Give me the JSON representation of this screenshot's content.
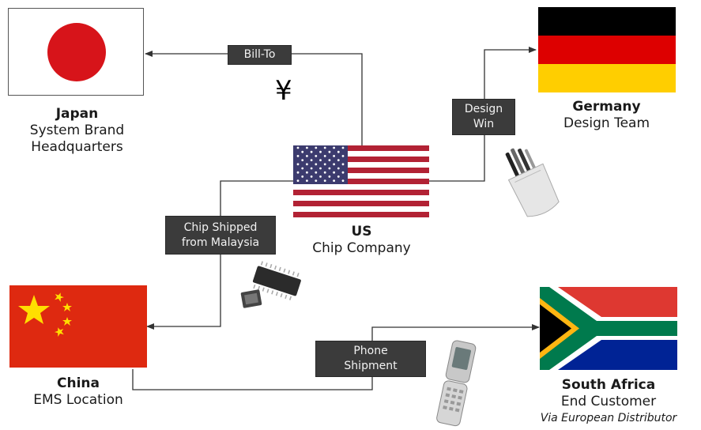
{
  "nodes": {
    "japan": {
      "name": "Japan",
      "line1": "System Brand",
      "line2": "Headquarters"
    },
    "germany": {
      "name": "Germany",
      "line1": "Design Team"
    },
    "us": {
      "name": "US",
      "line1": "Chip Company"
    },
    "china": {
      "name": "China",
      "line1": "EMS Location"
    },
    "south_africa": {
      "name": "South Africa",
      "line1": "End Customer",
      "note": "Via European Distributor"
    }
  },
  "connections": {
    "bill_to": {
      "label": "Bill-To"
    },
    "design_win": {
      "line1": "Design",
      "line2": "Win"
    },
    "chip_shipped": {
      "line1": "Chip Shipped",
      "line2": "from Malaysia"
    },
    "phone_shipment": {
      "line1": "Phone",
      "line2": "Shipment"
    }
  },
  "currency_symbol": "¥",
  "icons": [
    "japan-flag-icon",
    "germany-flag-icon",
    "us-flag-icon",
    "china-flag-icon",
    "south-africa-flag-icon",
    "pens-icon",
    "chip-icon",
    "flip-phone-icon"
  ],
  "colors": {
    "line": "#333333",
    "label_bg": "#3b3b3b",
    "label_text": "#f2f2f2"
  }
}
